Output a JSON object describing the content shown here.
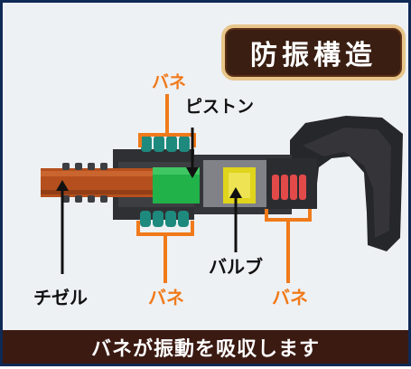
{
  "title": "防振構造",
  "caption": "バネが振動を吸収します",
  "labels": {
    "spring_top": "バネ",
    "piston": "ピストン",
    "chisel": "チゼル",
    "spring_bottom_left": "バネ",
    "valve": "バルブ",
    "spring_bottom_right": "バネ"
  },
  "colors": {
    "frame_border": "#0f2a55",
    "badge_bg": "#3a1e12",
    "badge_border": "#e7c58a",
    "footer_bg": "#3b1a12",
    "spring_label": "#f07a1a",
    "part_label": "#111111",
    "chisel": "#b5501e",
    "piston": "#21b24a",
    "valve": "#e0d41c",
    "spring_teal": "#1e8a7e",
    "spring_red": "#e24a4a",
    "body_dark": "#2a2a2c"
  }
}
